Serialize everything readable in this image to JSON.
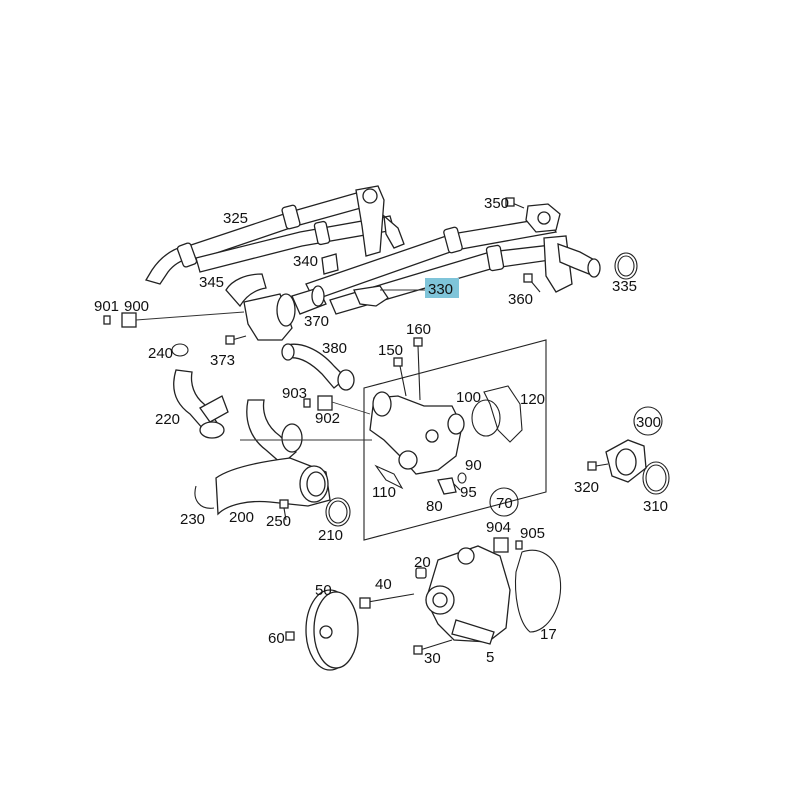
{
  "callouts": {
    "c325": "325",
    "c350": "350",
    "c340": "340",
    "c330": "330",
    "c345": "345",
    "c370": "370",
    "c360": "360",
    "c335": "335",
    "c901": "901",
    "c900": "900",
    "c240": "240",
    "c373": "373",
    "c380": "380",
    "c160": "160",
    "c150": "150",
    "c100": "100",
    "c120": "120",
    "c903": "903",
    "c902": "902",
    "c220": "220",
    "c300": "300",
    "c90": "90",
    "c110": "110",
    "c95": "95",
    "c320": "320",
    "c80": "80",
    "c70": "70",
    "c310": "310",
    "c230": "230",
    "c200": "200",
    "c250": "250",
    "c210": "210",
    "c904": "904",
    "c905": "905",
    "c20": "20",
    "c50": "50",
    "c40": "40",
    "c17": "17",
    "c60": "60",
    "c30": "30",
    "c5": "5"
  },
  "highlighted_part": "330",
  "colors": {
    "highlight": "#7fc4d9",
    "line": "#222222"
  }
}
